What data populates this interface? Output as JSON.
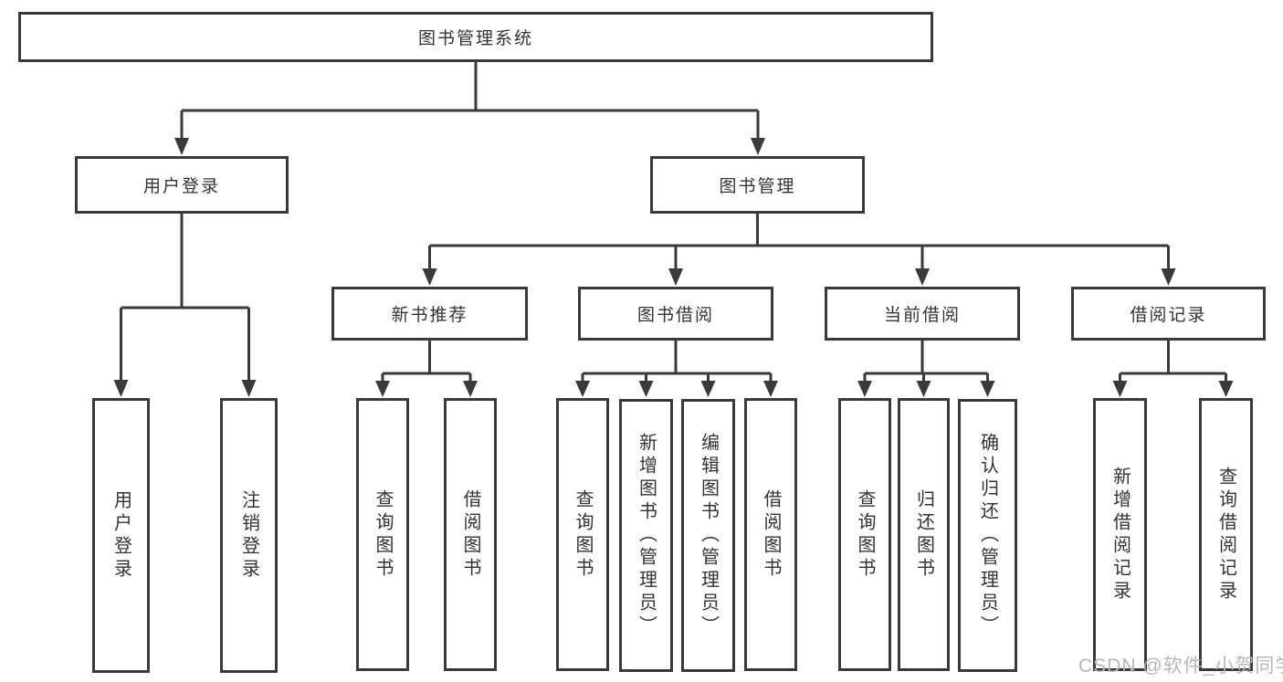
{
  "diagram": {
    "title": "图书管理系统",
    "children": [
      {
        "label": "用户登录",
        "children": [
          {
            "label": "用户登录"
          },
          {
            "label": "注销登录"
          }
        ]
      },
      {
        "label": "图书管理",
        "children": [
          {
            "label": "新书推荐",
            "children": [
              {
                "label": "查询图书"
              },
              {
                "label": "借阅图书"
              }
            ]
          },
          {
            "label": "图书借阅",
            "children": [
              {
                "label": "查询图书"
              },
              {
                "label": "新增图书（管理员）"
              },
              {
                "label": "编辑图书（管理员）"
              },
              {
                "label": "借阅图书"
              }
            ]
          },
          {
            "label": "当前借阅",
            "children": [
              {
                "label": "查询图书"
              },
              {
                "label": "归还图书"
              },
              {
                "label": "确认归还（管理员）"
              }
            ]
          },
          {
            "label": "借阅记录",
            "children": [
              {
                "label": "新增借阅记录"
              },
              {
                "label": "查询借阅记录"
              }
            ]
          }
        ]
      }
    ]
  },
  "watermark": {
    "text": "CSDN @软件_小贺同学"
  },
  "colors": {
    "line": "#3a3a3a",
    "text": "#333333",
    "background": "#ffffff",
    "watermark": "#b7b7b7"
  }
}
